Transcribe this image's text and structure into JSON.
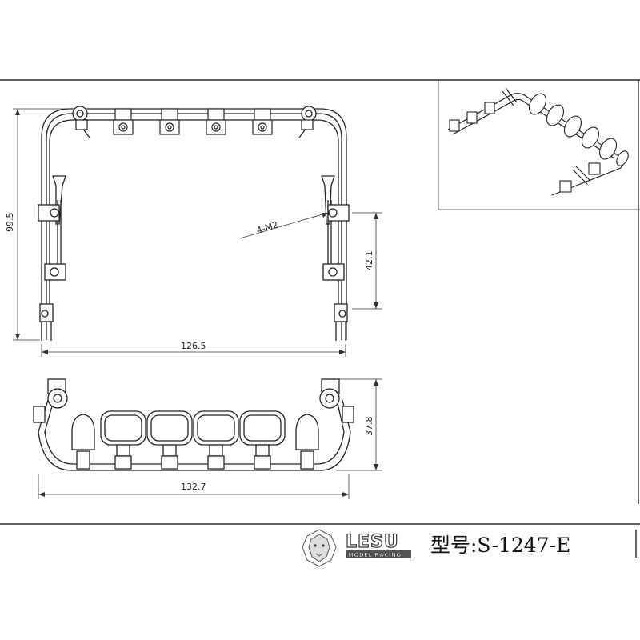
{
  "drawing": {
    "dim_width_front": "126.5",
    "dim_height_front": "99.5",
    "dim_bracket_spacing": "42.1",
    "dim_width_top": "132.7",
    "dim_depth_top": "37.8",
    "thread_callout": "4-M2"
  },
  "title_block": {
    "brand": "LESU",
    "brand_sub": "MODEL RACING",
    "model_label": "型号:S-1247-E"
  }
}
